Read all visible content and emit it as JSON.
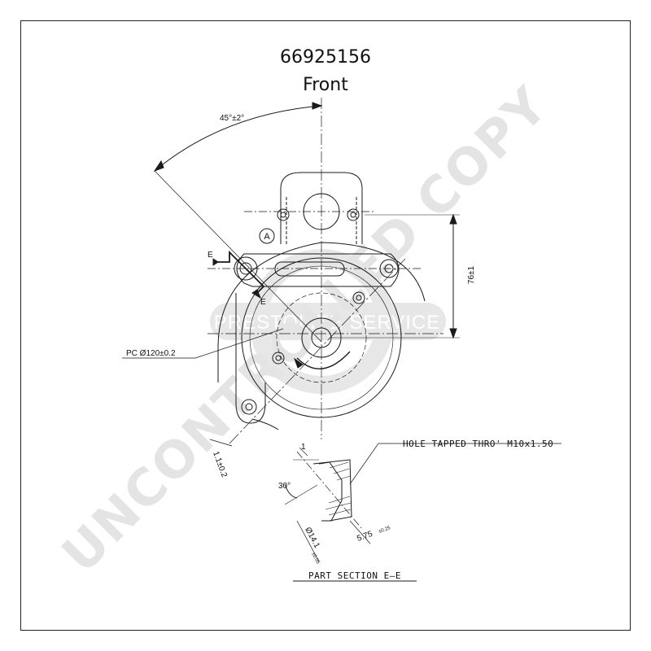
{
  "header": {
    "part_number": "66925156",
    "view": "Front"
  },
  "dimensions": {
    "angle": "45°±2°",
    "height": "76±1",
    "pitch_circle": "PC Ø120±0.2",
    "offset": "1.1±0.2",
    "hole_note": "HOLE TAPPED THRO' M10x1.50",
    "chamfer_angle": "30°",
    "chamfer_len": "1",
    "depth": "5.75",
    "depth_tol": "±0.25",
    "diameter": "Ø14.1",
    "diameter_tol": "±0.05"
  },
  "markers": {
    "datum": "A",
    "section_left": "E",
    "section_right": "E"
  },
  "section_title": "PART SECTION E–E",
  "watermarks": {
    "main": "UNCONTROLLED COPY",
    "service": "PRESTOLITE SERVICE"
  },
  "colors": {
    "line": "#1a1a1a",
    "watermark": "#c8c8c8"
  }
}
